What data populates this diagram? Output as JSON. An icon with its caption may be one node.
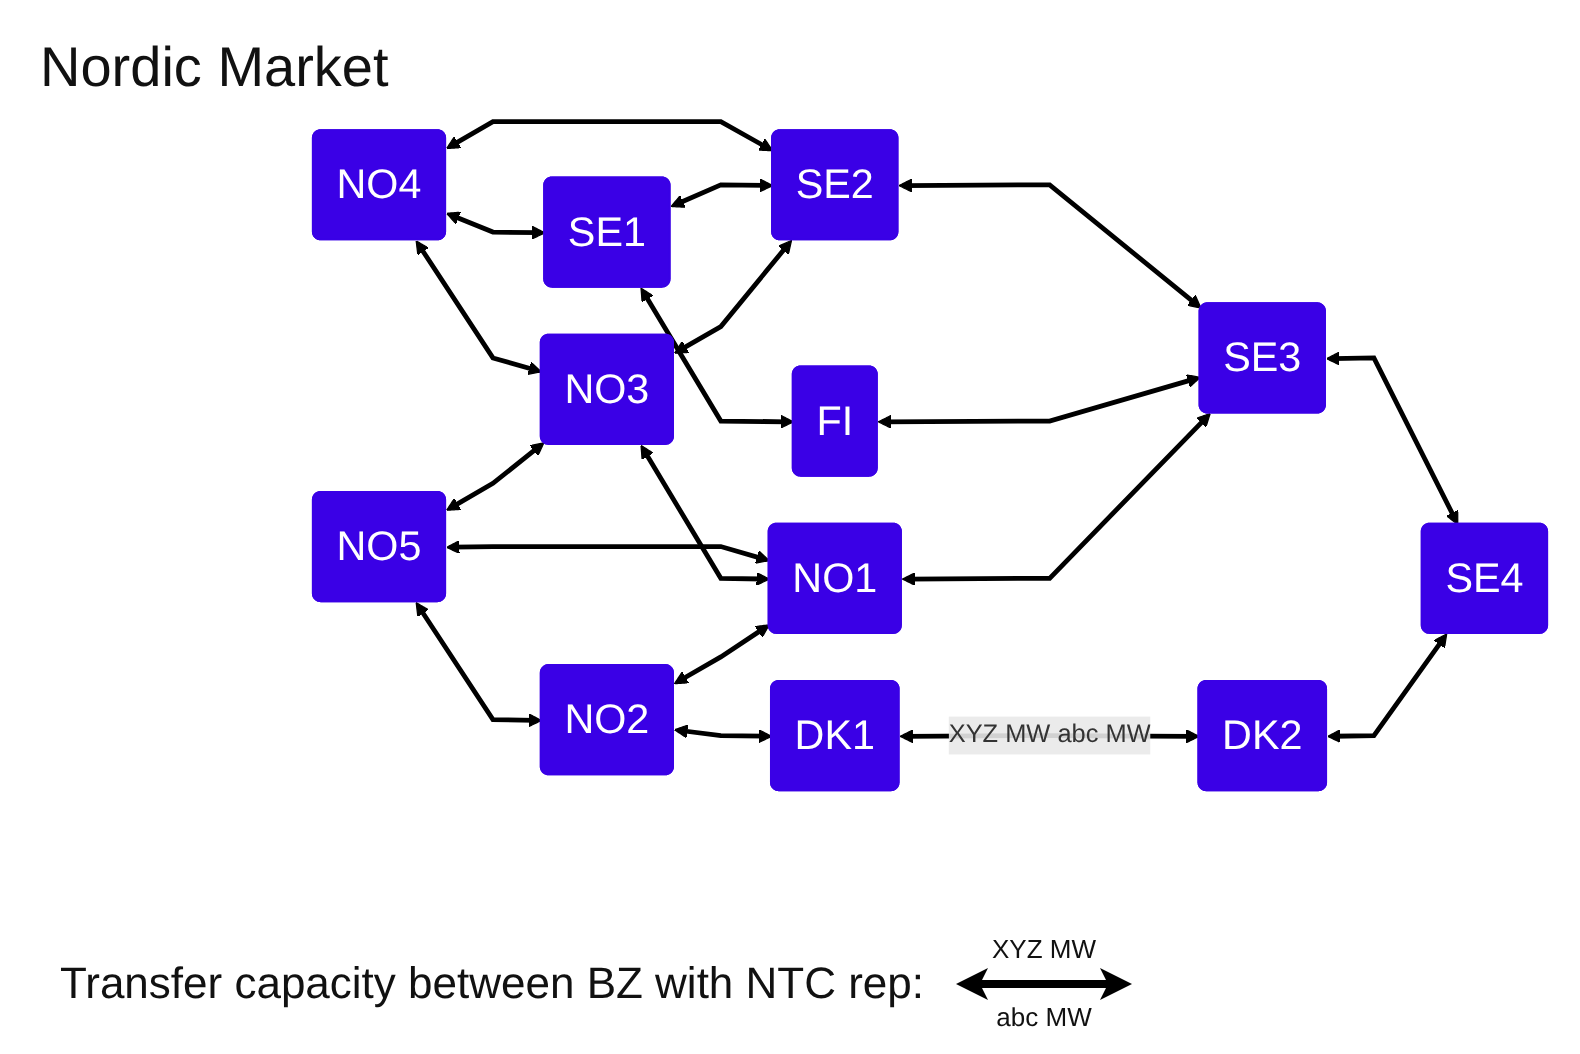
{
  "diagram": {
    "title": "Nordic Market",
    "nodes": [
      {
        "text": [
          "NO4"
        ]
      },
      {
        "text": [
          "SE1"
        ]
      },
      {
        "text": [
          "NO5"
        ]
      },
      {
        "text": [
          "NO3"
        ]
      },
      {
        "text": [
          "SE2"
        ]
      },
      {
        "text": [
          "FI"
        ]
      },
      {
        "text": [
          "NO2"
        ]
      },
      {
        "text": [
          "NO1"
        ]
      },
      {
        "text": [
          "SE3"
        ]
      },
      {
        "text": [
          "DK1"
        ]
      },
      {
        "text": [
          "DK2"
        ]
      },
      {
        "text": [
          "SE4"
        ]
      }
    ],
    "edges": [
      {
        "from": 0,
        "to": 1,
        "arrow": "both"
      },
      {
        "from": 0,
        "to": 3,
        "arrow": "both"
      },
      {
        "from": 0,
        "to": 4,
        "arrow": "both"
      },
      {
        "from": 1,
        "to": 4,
        "arrow": "both"
      },
      {
        "from": 1,
        "to": 5,
        "arrow": "both"
      },
      {
        "from": 2,
        "to": 3,
        "arrow": "both"
      },
      {
        "from": 3,
        "to": 4,
        "arrow": "both"
      },
      {
        "from": 2,
        "to": 6,
        "arrow": "both"
      },
      {
        "from": 2,
        "to": 7,
        "arrow": "both"
      },
      {
        "from": 3,
        "to": 7,
        "arrow": "both"
      },
      {
        "from": 4,
        "to": 8,
        "arrow": "both"
      },
      {
        "from": 5,
        "to": 8,
        "arrow": "both"
      },
      {
        "from": 6,
        "to": 7,
        "arrow": "both"
      },
      {
        "from": 7,
        "to": 8,
        "arrow": "both"
      },
      {
        "from": 6,
        "to": 9,
        "arrow": "both"
      },
      {
        "from": 8,
        "to": 11,
        "arrow": "both"
      },
      {
        "from": 9,
        "to": 10,
        "arrow": "both",
        "label": "XYZ MW abc MW"
      },
      {
        "from": 10,
        "to": 11,
        "arrow": "both"
      }
    ],
    "labels": [
      "XYZ MW",
      "abc MW"
    ],
    "legend": [
      {
        "text": "Transfer capacity between BZ with NTC rep:"
      }
    ]
  }
}
